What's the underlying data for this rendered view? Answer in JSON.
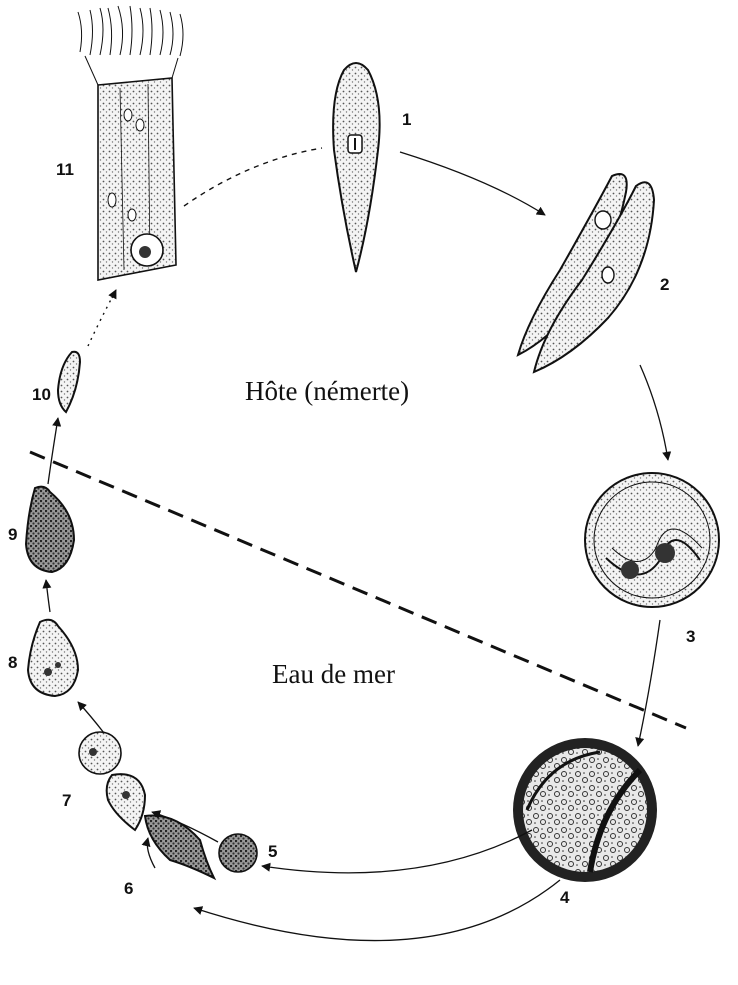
{
  "regions": {
    "host": "Hôte (némerte)",
    "sea": "Eau de mer"
  },
  "stage_numbers": [
    "1",
    "2",
    "3",
    "4",
    "5",
    "6",
    "7",
    "8",
    "9",
    "10",
    "11"
  ]
}
